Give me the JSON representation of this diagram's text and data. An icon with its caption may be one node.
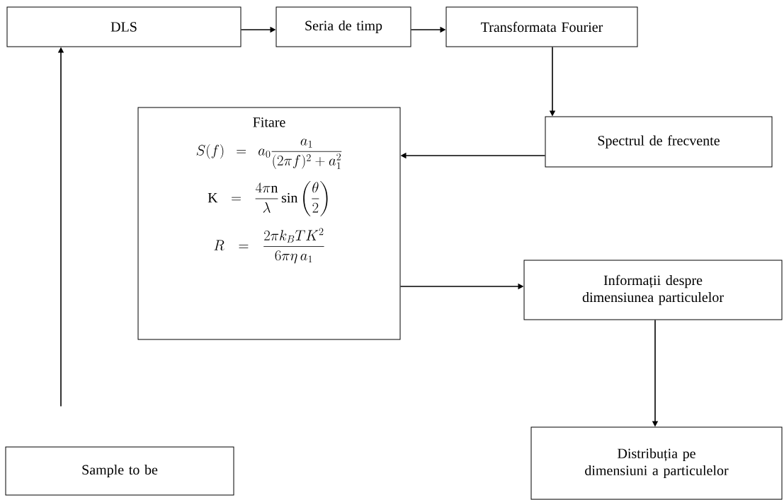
{
  "diagram": {
    "nodes": [
      {
        "text": [
          "DLS"
        ]
      },
      {
        "text": [
          "Seria de timp"
        ]
      },
      {
        "text": [
          "Transformata Fourier"
        ]
      },
      {
        "text": [
          "Spectrul de frecvente"
        ]
      },
      {
        "text": [
          "Fitare",
          "S(f) = a_0 \\frac{a_1}{(2\\pi f)^2 + a_1^2}",
          "\\mathrm{K} = \\frac{4\\pi \\mathrm{n}}{\\lambda}\\sin\\left(\\frac{\\theta}{2}\\right)",
          "R = \\frac{2\\pi k_B T K^2}{6\\pi\\eta\\, a_1}"
        ]
      },
      {
        "text": [
          "Informații despre dimensiunea particulelor"
        ]
      },
      {
        "text": [
          "Distribuția pe dimensiuni a particulelor"
        ]
      },
      {
        "text": [
          "Sample to be"
        ]
      }
    ],
    "edges": [
      {
        "from": 0,
        "to": 1,
        "arrow": "to"
      },
      {
        "from": 1,
        "to": 2,
        "arrow": "to"
      },
      {
        "from": 2,
        "to": 3,
        "arrow": "to"
      },
      {
        "from": 3,
        "to": 4,
        "arrow": "to"
      },
      {
        "from": 4,
        "to": 5,
        "arrow": "to"
      },
      {
        "from": 5,
        "to": 6,
        "arrow": "to"
      },
      {
        "from": 7,
        "to": 0,
        "arrow": "to"
      }
    ]
  }
}
